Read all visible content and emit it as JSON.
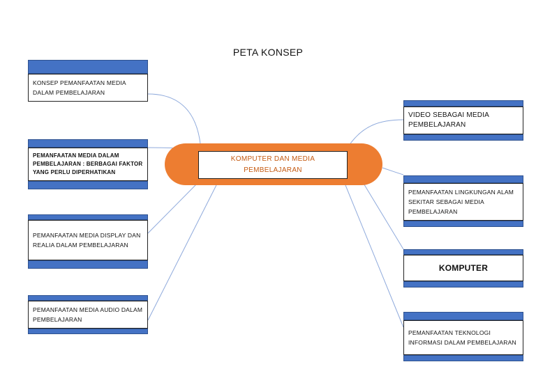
{
  "title": "PETA KONSEP",
  "center": "KOMPUTER DAN MEDIA PEMBELAJARAN",
  "left_nodes": [
    "KONSEP PEMANFAATAN MEDIA DALAM PEMBELAJARAN",
    "PEMANFAATAN MEDIA DALAM PEMBELAJARAN : BERBAGAI FAKTOR YANG PERLU DIPERHATIKAN",
    "PEMANFAATAN MEDIA DISPLAY DAN REALIA DALAM PEMBELAJARAN",
    "PEMANFAATAN MEDIA AUDIO DALAM PEMBELAJARAN"
  ],
  "right_nodes": [
    "VIDEO SEBAGAI MEDIA PEMBELAJARAN",
    "PEMANFAATAN LINGKUNGAN ALAM SEKITAR SEBAGAI MEDIA PEMBELAJARAN",
    "KOMPUTER",
    "PEMANFAATAN TEKNOLOGI INFORMASI DALAM PEMBELAJARAN"
  ],
  "colors": {
    "header_bar": "#4472c4",
    "center_oval": "#ed7d31",
    "center_text": "#c55a11",
    "connector": "#8faadc"
  }
}
